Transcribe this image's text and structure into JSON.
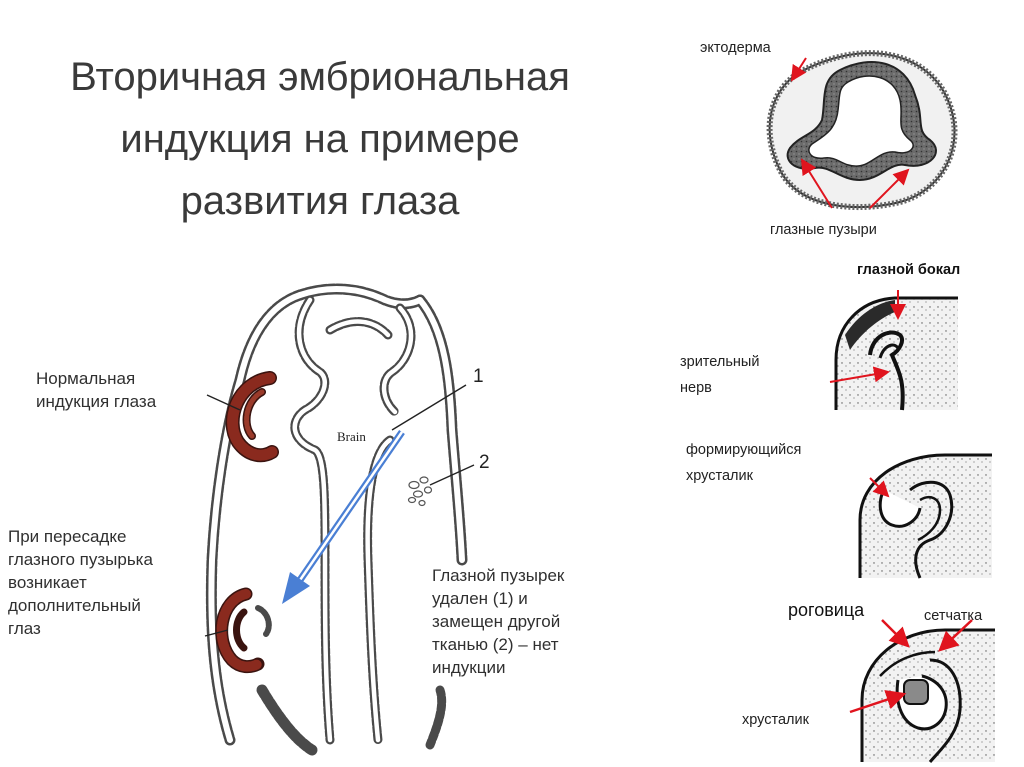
{
  "title": {
    "line1": "Вторичная эмбриональная",
    "line2": "индукция на примере",
    "line3": "развития глаза"
  },
  "left_labels": {
    "normal_line1": "Нормальная",
    "normal_line2": "индукция глаза",
    "transplant_line1": "При пересадке",
    "transplant_line2": "глазного пузырька",
    "transplant_line3": "возникает",
    "transplant_line4": "дополнительный",
    "transplant_line5": "глаз",
    "removed_line1": "Глазной пузырек",
    "removed_line2": "удален (1) и",
    "removed_line3": "замещен другой",
    "removed_line4": "тканью (2) – нет",
    "removed_line5": "индукции"
  },
  "embryo": {
    "brain_label": "Brain",
    "marker_1": "1",
    "marker_2": "2"
  },
  "stages": {
    "ectoderm": "эктодерма",
    "optic_vesicles": "глазные пузыри",
    "optic_cup": "глазной бокал",
    "optic_nerve_line1": "зрительный",
    "optic_nerve_line2": "нерв",
    "forming_lens_line1": "формирующийся",
    "forming_lens_line2": "хрусталик",
    "cornea": "роговица",
    "retina": "сетчатка",
    "lens": "хрусталик"
  },
  "colors": {
    "eye_tissue": "#8a2a1e",
    "arrow_blue": "#4a7fd4",
    "pointer_red": "#e0141e",
    "stipple": "#eeeeee"
  }
}
